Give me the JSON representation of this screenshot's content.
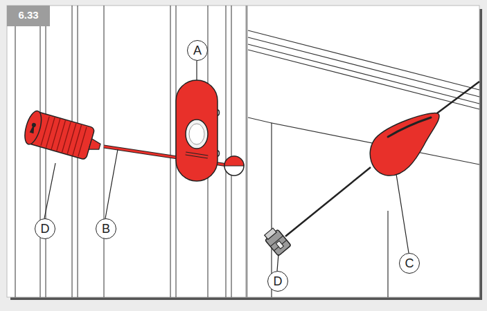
{
  "diagram": {
    "labels": [
      "6.33",
      "A",
      "D",
      "B",
      "C",
      "D"
    ]
  }
}
